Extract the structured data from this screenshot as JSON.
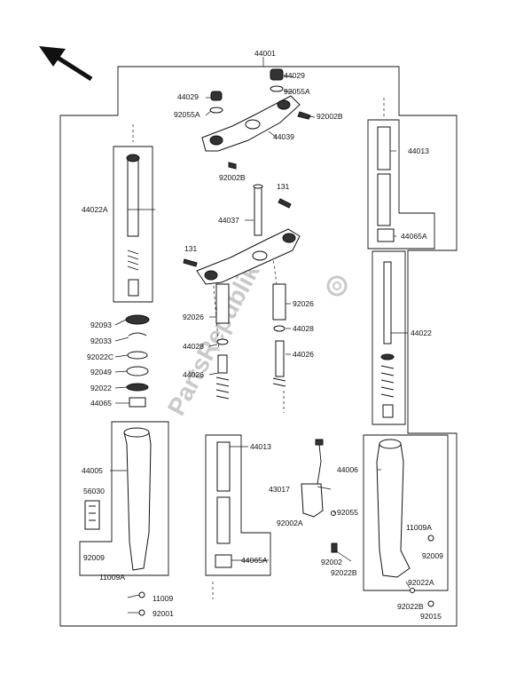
{
  "watermark": "PartsRepublik",
  "labels": {
    "l44001": "44001",
    "l44029a": "44029",
    "l92055a_a": "92055A",
    "l44029b": "44029",
    "l92055a_b": "92055A",
    "l92002b_a": "92002B",
    "l44039": "44039",
    "l92002b_b": "92002B",
    "l131a": "131",
    "l44037": "44037",
    "l131b": "131",
    "l44022a": "44022A",
    "l44013a": "44013",
    "l44065a_a": "44065A",
    "l44022": "44022",
    "l92093": "92093",
    "l92033": "92033",
    "l92022c": "92022C",
    "l92049": "92049",
    "l92022": "92022",
    "l44065": "44065",
    "l92026a": "92026",
    "l44028a": "44028",
    "l44026a": "44026",
    "l92026b": "92026",
    "l44028b": "44028",
    "l44026b": "44026",
    "l44005": "44005",
    "l56030": "56030",
    "l92009a": "92009",
    "l11009a_a": "11009A",
    "l11009": "11009",
    "l92001": "92001",
    "l44013b": "44013",
    "l44065a_b": "44065A",
    "l43017": "43017",
    "l92002a": "92002A",
    "l92055": "92055",
    "l44006": "44006",
    "l11009a_b": "11009A",
    "l92009b": "92009",
    "l92002": "92002",
    "l92022b_a": "92022B",
    "l92022a": "92022A",
    "l92022b_b": "92022B",
    "l92015": "92015"
  },
  "icons": [
    "direction-arrow-icon",
    "gear-logo-icon"
  ]
}
